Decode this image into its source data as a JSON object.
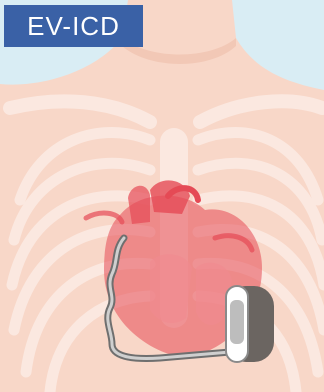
{
  "title": "EV-ICD",
  "colors": {
    "background": "#d9edf4",
    "badge": "#3a61a6",
    "skin": "#f8d7c8",
    "heart": "#e54a55",
    "lead": "#8e8e8e",
    "device": "#6b6561"
  },
  "icons": [
    "torso",
    "ribcage",
    "heart",
    "lead",
    "implanted-device"
  ]
}
